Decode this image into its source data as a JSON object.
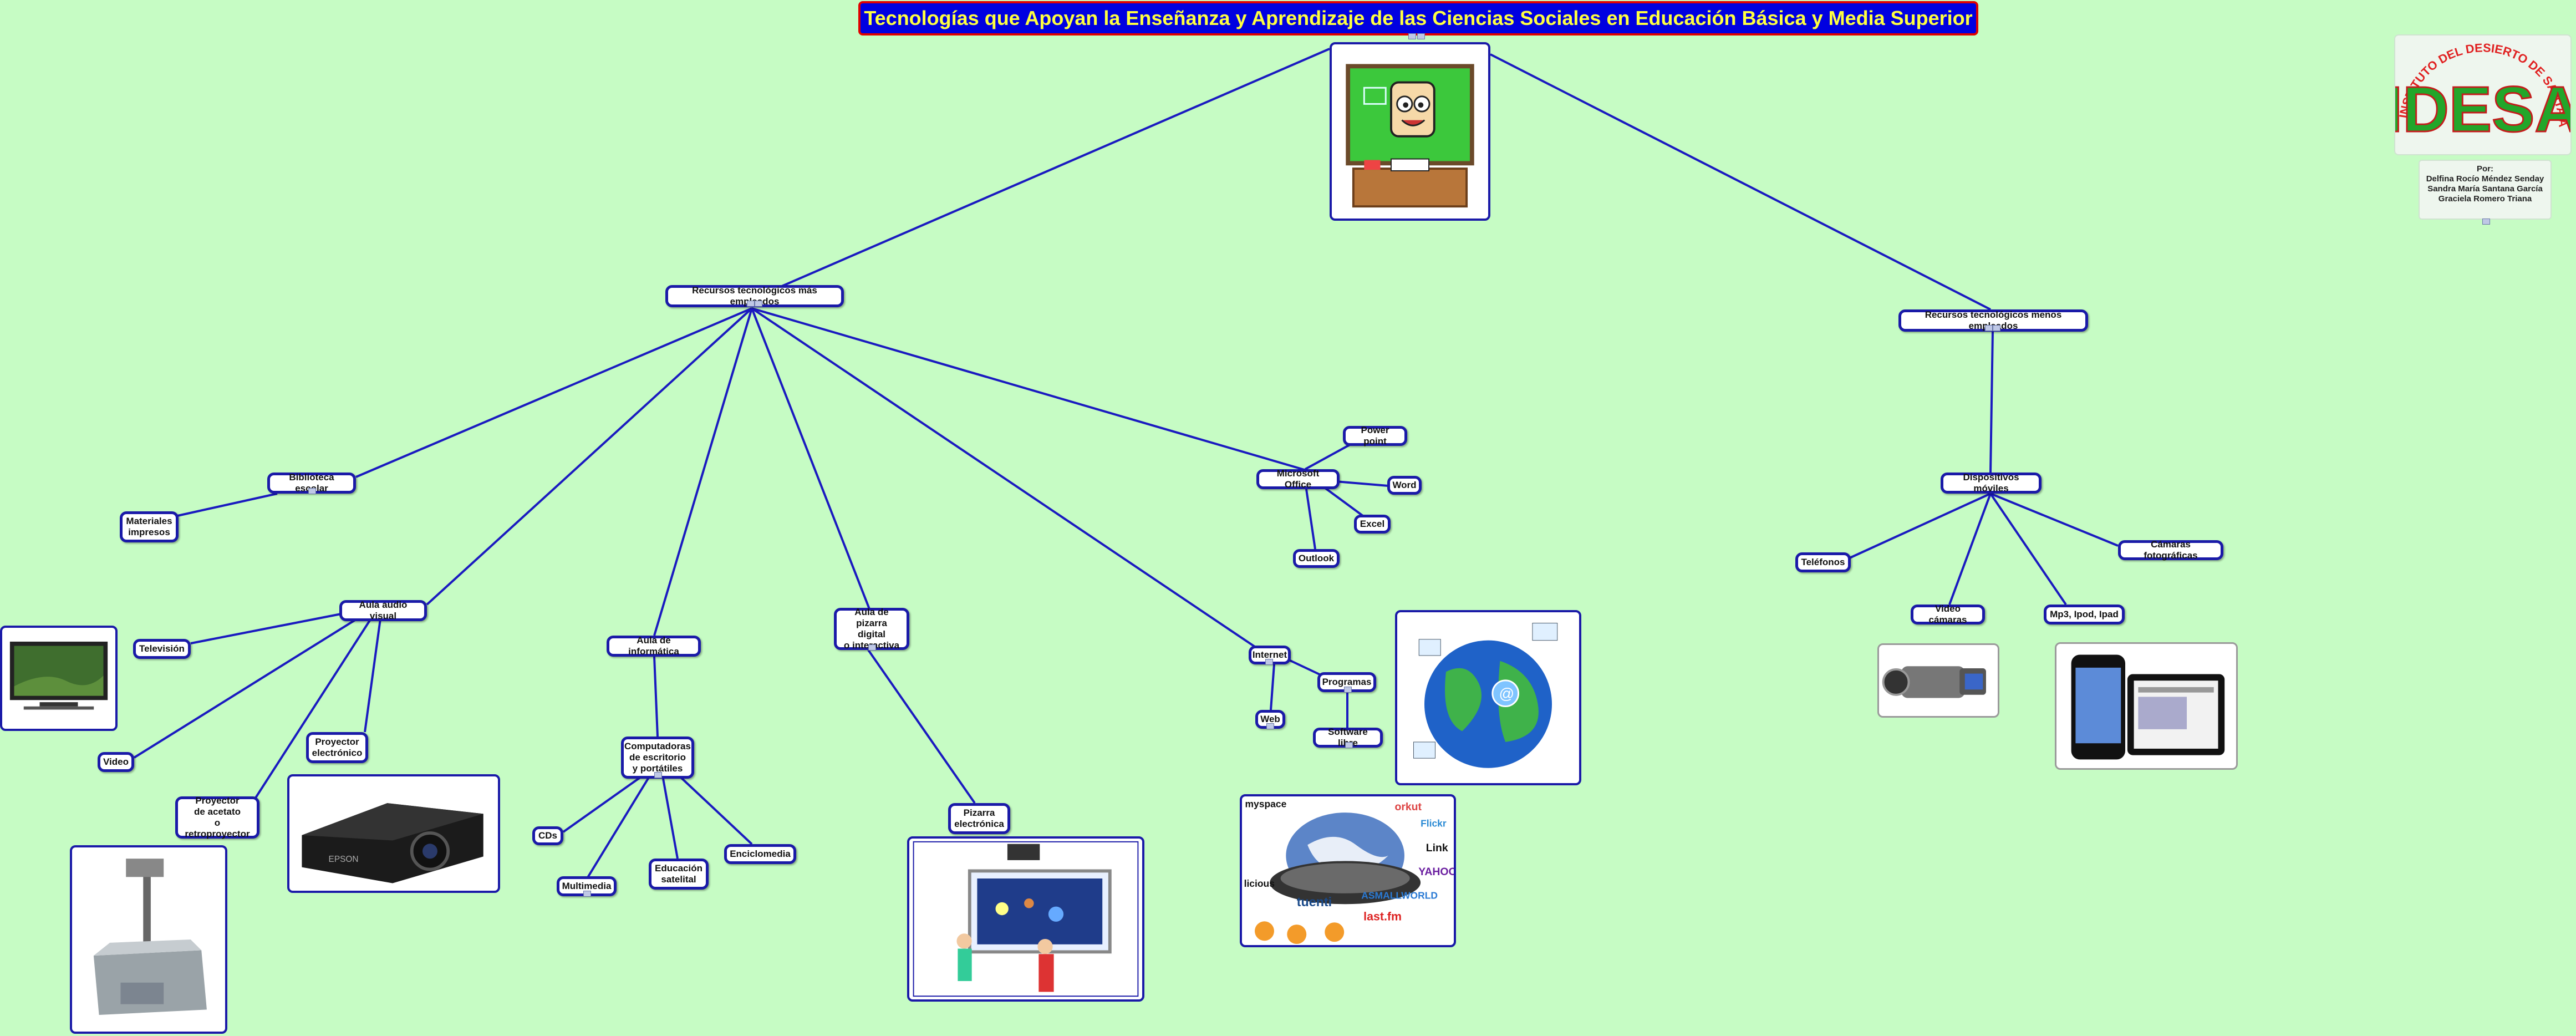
{
  "title": "Tecnologías que Apoyan la Enseñanza y Aprendizaje de las Ciencias Sociales en Educación Básica y Media Superior",
  "logo": {
    "name": "IDESA",
    "ring_text": "INSTITUTO DEL DESIERTO DE SANTA ANA"
  },
  "authors": {
    "label": "Por:",
    "names": [
      "Delfina Rocío Méndez Senday",
      "Sandra María Santana García",
      "Graciela Romero Triana"
    ]
  },
  "nodes": {
    "mas": "Recursos tecnológicos más empleados",
    "menos": "Recursos tecnológicos menos empleados",
    "biblioteca": "Biblioteca escolar",
    "materiales": "Materiales\nimpresos",
    "audiovisual": "Aula audio visual",
    "television": "Televisión",
    "video": "Video",
    "proyector_acetato": "Proyector\nde acetato\no retroproyector",
    "proyector_electronico": "Proyector\nelectrónico",
    "informatica": "Aula de informática",
    "computadoras": "Computadoras\nde escritorio\ny portátiles",
    "cds": "CDs",
    "multimedia": "Multimedia",
    "educacion_satelital": "Educación\nsatelital",
    "enciclomedia": "Enciclomedia",
    "pizarra": "Aula de pizarra\ndigital\no interactiva",
    "pizarra_electronica": "Pizarra\nelectrónica",
    "office": "Microsoft Office",
    "powerpoint": "Power point",
    "word": "Word",
    "excel": "Excel",
    "outlook": "Outlook",
    "internet": "Internet",
    "programas": "Programas",
    "web": "Web",
    "software_libre": "Software libre",
    "moviles": "Dispositivos móviles",
    "telefonos": "Teléfonos",
    "videocamaras": "Video cámaras",
    "mp3": "Mp3, Ipod, Ipad",
    "camaras": "Cámaras fotográficas"
  },
  "images": {
    "social_logos": [
      "myspace",
      "orkut",
      "Flickr",
      "Link",
      "YAHOO!",
      "licious",
      "tuenti",
      "ASMALLWORLD",
      "last.fm"
    ]
  }
}
